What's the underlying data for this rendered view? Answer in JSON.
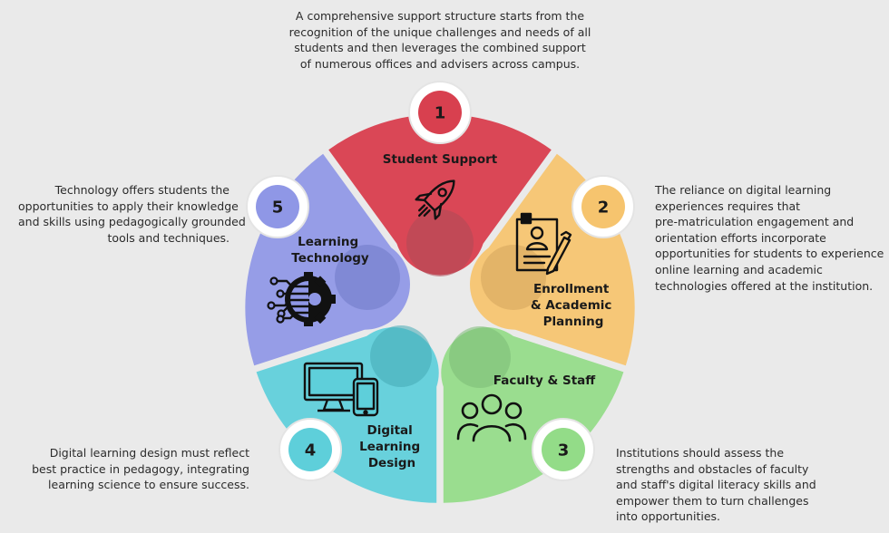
{
  "segments": [
    {
      "number": "1",
      "label_lines": [
        "Student Support"
      ],
      "color": "#d8404f",
      "icon": "rocket-icon",
      "description_lines": [
        "A comprehensive support structure starts from the",
        "recognition of the unique challenges and needs of all",
        "students and then leverages the combined support",
        "of numerous offices and advisers across campus."
      ]
    },
    {
      "number": "2",
      "label_lines": [
        "Enrollment",
        "& Academic",
        "Planning"
      ],
      "color": "#f6c46e",
      "icon": "document-with-pen-icon",
      "description_lines": [
        "The reliance on digital learning",
        "experiences requires that",
        "pre-matriculation engagement and",
        "orientation efforts incorporate",
        "opportunities for students to experience",
        "online learning and academic",
        "technologies offered at the institution."
      ]
    },
    {
      "number": "3",
      "label_lines": [
        "Faculty & Staff"
      ],
      "color": "#93dc88",
      "icon": "people-group-icon",
      "description_lines": [
        "Institutions should assess the",
        "strengths and obstacles of faculty",
        "and staff's digital literacy skills and",
        "empower them to turn challenges",
        "into opportunities."
      ]
    },
    {
      "number": "4",
      "label_lines": [
        "Digital",
        "Learning",
        "Design"
      ],
      "color": "#5ecfda",
      "icon": "desktop-and-phone-icon",
      "description_lines": [
        "Digital learning design must reflect",
        "best practice in pedagogy, integrating",
        "learning science to ensure success."
      ]
    },
    {
      "number": "5",
      "label_lines": [
        "Learning",
        "Technology"
      ],
      "color": "#8f97e6",
      "icon": "circuit-gear-icon",
      "description_lines": [
        "Technology offers students the",
        "opportunities to apply their knowledge",
        "and skills using pedagogically grounded",
        "tools and techniques."
      ]
    }
  ]
}
